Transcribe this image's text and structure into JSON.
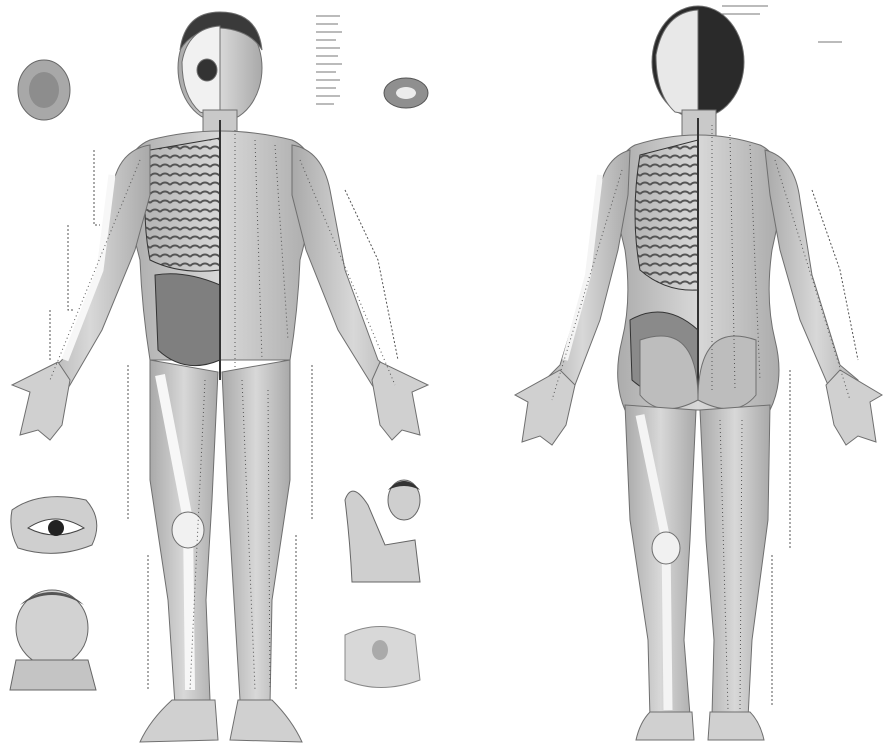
{
  "figure": {
    "front_view": {
      "skeleton_overlay_side": "right",
      "acupoint_lines": "dotted",
      "insets": [
        "skull-top-icon",
        "vertebra-icon",
        "eye-icon",
        "face-up-icon",
        "armpit-icon",
        "perineum-icon"
      ]
    },
    "back_view": {
      "skeleton_overlay_side": "left",
      "acupoint_lines": "dotted"
    }
  },
  "colors": {
    "background": "#ffffff",
    "skin": "#cfcfcf",
    "skin_shadow": "#a9a9a9",
    "bone": "#f1f1f1",
    "outline": "#6f6f6f",
    "hair": "#2a2a2a",
    "dots": "#555555"
  }
}
